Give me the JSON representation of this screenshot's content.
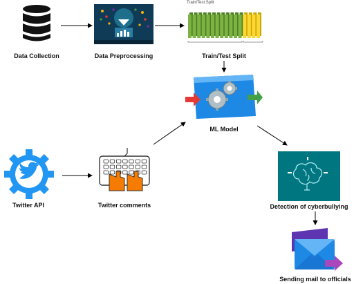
{
  "nodes": {
    "data_collection": {
      "label": "Data Collection",
      "icon": "database-icon"
    },
    "data_preprocessing": {
      "label": "Data Preprocessing",
      "icon": "data-analysis-icon"
    },
    "train_test_split": {
      "label": "Train/Test Split",
      "caption": "Train/Test Split",
      "icon": "bar-split-icon"
    },
    "ml_model": {
      "label": "ML Model",
      "icon": "gears-icon"
    },
    "twitter_api": {
      "label": "Twitter API",
      "icon": "twitter-gear-icon"
    },
    "twitter_comments": {
      "label": "Twitter comments",
      "icon": "keyboard-typing-icon"
    },
    "detection": {
      "label": "Detection of  cyberbullying",
      "icon": "brain-icon"
    },
    "sending_mail": {
      "label": "Sending mail to officials",
      "icon": "mail-icon"
    }
  },
  "colors": {
    "arrow": "#000000",
    "train_bars": "#7cb342",
    "test_bars": "#fdd835",
    "ml_panel": "#1e88e5",
    "twitter_blue": "#2196f3",
    "brain_panel": "#00838f",
    "mail_blue": "#1e88e5",
    "keyboard_hands": "#f57c00"
  }
}
